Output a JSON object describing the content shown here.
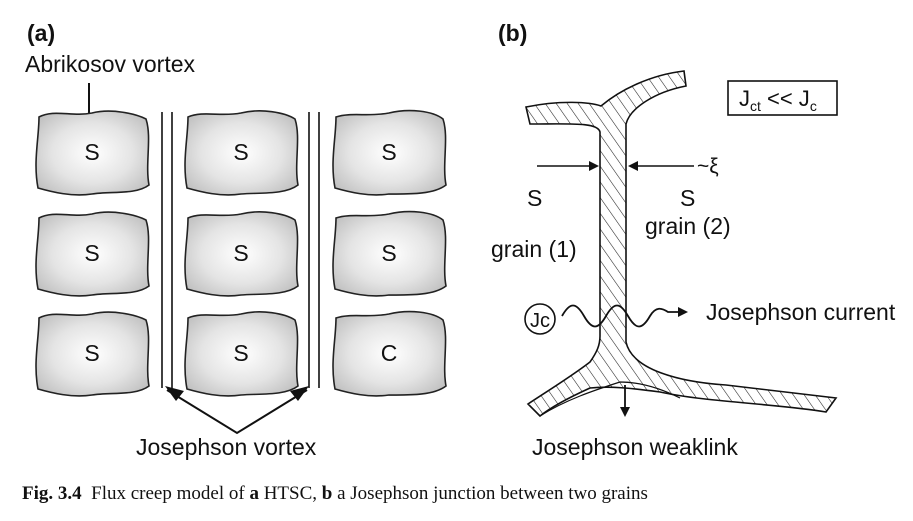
{
  "panel_a": {
    "label": "(a)",
    "abrikosov_label": "Abrikosov vortex",
    "grains": [
      "S",
      "S",
      "S",
      "S",
      "S",
      "S",
      "S",
      "S",
      "C"
    ],
    "josephson_vortex_label": "Josephson vortex"
  },
  "panel_b": {
    "label": "(b)",
    "box_text": {
      "j1": "J",
      "s1": "ct",
      "mid": " << J",
      "s2": "c"
    },
    "xi_label": "~ξ",
    "left_s": "S",
    "left_grain": "grain (1)",
    "right_s": "S",
    "right_grain": "grain (2)",
    "jc_circle": "Jc",
    "current_label": "Josephson current",
    "weaklink_label": "Josephson weaklink"
  },
  "caption": {
    "fig": "Fig. 3.4",
    "p1": "Flux creep model of ",
    "a": "a",
    "p2": " HTSC, ",
    "b": "b",
    "p3": " a Josephson junction between two grains"
  }
}
